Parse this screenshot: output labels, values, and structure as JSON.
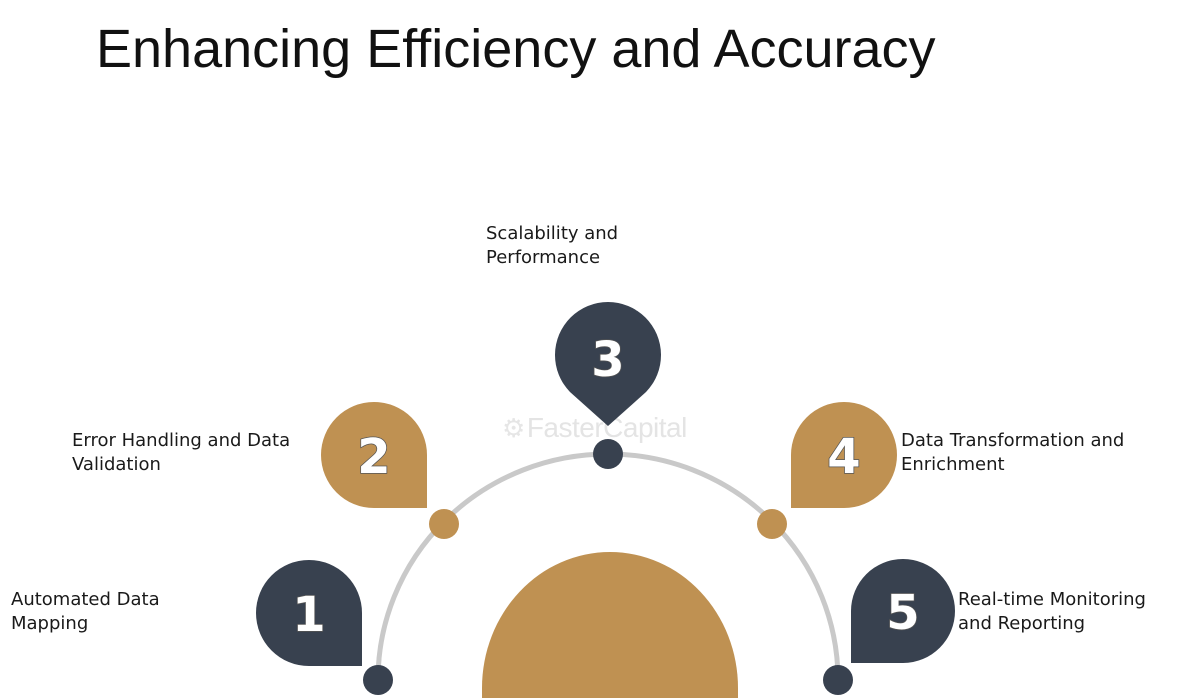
{
  "title": "Enhancing Efficiency and Accuracy",
  "watermark": "FasterCapital",
  "colors": {
    "dark": "#38414f",
    "gold": "#bf9152",
    "arc": "#c9c9c9",
    "number_text": "#ffffff"
  },
  "steps": [
    {
      "number": "1",
      "label": "Automated Data\nMapping",
      "color": "dark"
    },
    {
      "number": "2",
      "label": "Error Handling and Data\nValidation",
      "color": "gold"
    },
    {
      "number": "3",
      "label": "Scalability and\nPerformance",
      "color": "dark"
    },
    {
      "number": "4",
      "label": "Data Transformation and\nEnrichment",
      "color": "gold"
    },
    {
      "number": "5",
      "label": "Real-time Monitoring\nand Reporting",
      "color": "dark"
    }
  ]
}
